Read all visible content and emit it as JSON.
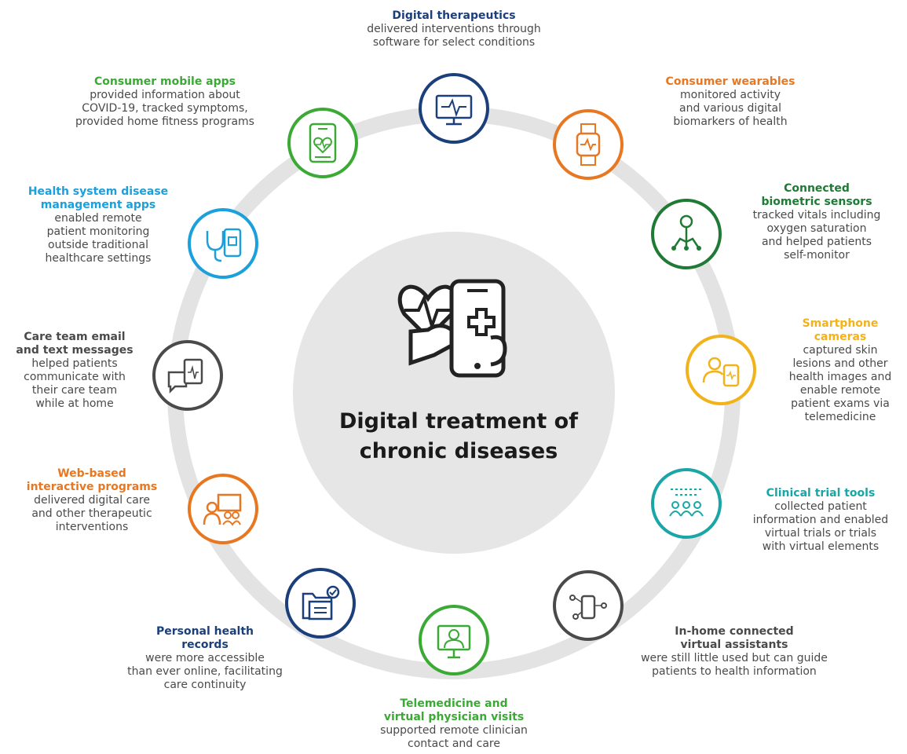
{
  "center": {
    "title": "Digital treatment of\nchronic diseases"
  },
  "items": [
    {
      "id": "digital-therapeutics",
      "color": "#1b3f7a",
      "icon": "monitor-ecg-icon",
      "title": "Digital therapeutics",
      "desc": "delivered interventions through\nsoftware for select conditions"
    },
    {
      "id": "consumer-wearables",
      "color": "#e87722",
      "icon": "smartwatch-icon",
      "title": "Consumer wearables",
      "desc": "monitored activity\nand various digital\nbiomarkers of health"
    },
    {
      "id": "connected-biometric-sensors",
      "color": "#1f7a35",
      "icon": "biometric-sensor-icon",
      "title": "Connected\nbiometric sensors",
      "desc": "tracked vitals including\noxygen saturation\nand helped patients\nself-monitor"
    },
    {
      "id": "smartphone-cameras",
      "color": "#f2b21b",
      "icon": "camera-patient-icon",
      "title": "Smartphone\ncameras",
      "desc": "captured skin\nlesions and other\nhealth images and\nenable remote\npatient exams via\ntelemedicine"
    },
    {
      "id": "clinical-trial-tools",
      "color": "#1aa6a6",
      "icon": "trial-group-icon",
      "title": "Clinical trial tools",
      "desc": "collected patient\ninformation and enabled\nvirtual trials or trials\nwith virtual elements"
    },
    {
      "id": "in-home-assistants",
      "color": "#4a4a4a",
      "icon": "voice-assistant-icon",
      "title": "In-home connected\nvirtual assistants",
      "desc": "were still little used but can guide\npatients to health information"
    },
    {
      "id": "telemedicine",
      "color": "#3aaa35",
      "icon": "video-doctor-icon",
      "title": "Telemedicine and\nvirtual physician visits",
      "desc": "supported remote clinician\ncontact and care"
    },
    {
      "id": "personal-health-records",
      "color": "#1b3f7a",
      "icon": "records-folder-icon",
      "title": "Personal health\nrecords",
      "desc": "were more accessible\nthan ever online, facilitating\ncare continuity"
    },
    {
      "id": "web-based-programs",
      "color": "#e87722",
      "icon": "web-presentation-icon",
      "title": "Web-based\ninteractive programs",
      "desc": "delivered digital care\nand other therapeutic\ninterventions"
    },
    {
      "id": "care-team-messages",
      "color": "#4a4a4a",
      "icon": "chat-message-icon",
      "title": "Care team email\nand text messages",
      "desc": "helped patients\ncommunicate with\ntheir care team\nwhile at home"
    },
    {
      "id": "health-system-apps",
      "color": "#1ba0dc",
      "icon": "stethoscope-tablet-icon",
      "title": "Health system disease\nmanagement apps",
      "desc": "enabled remote\npatient monitoring\noutside traditional\nhealthcare settings"
    },
    {
      "id": "consumer-mobile-apps",
      "color": "#3aaa35",
      "icon": "mobile-heart-icon",
      "title": "Consumer mobile apps",
      "desc": "provided information about\nCOVID-19, tracked symptoms,\nprovided home fitness programs"
    }
  ]
}
